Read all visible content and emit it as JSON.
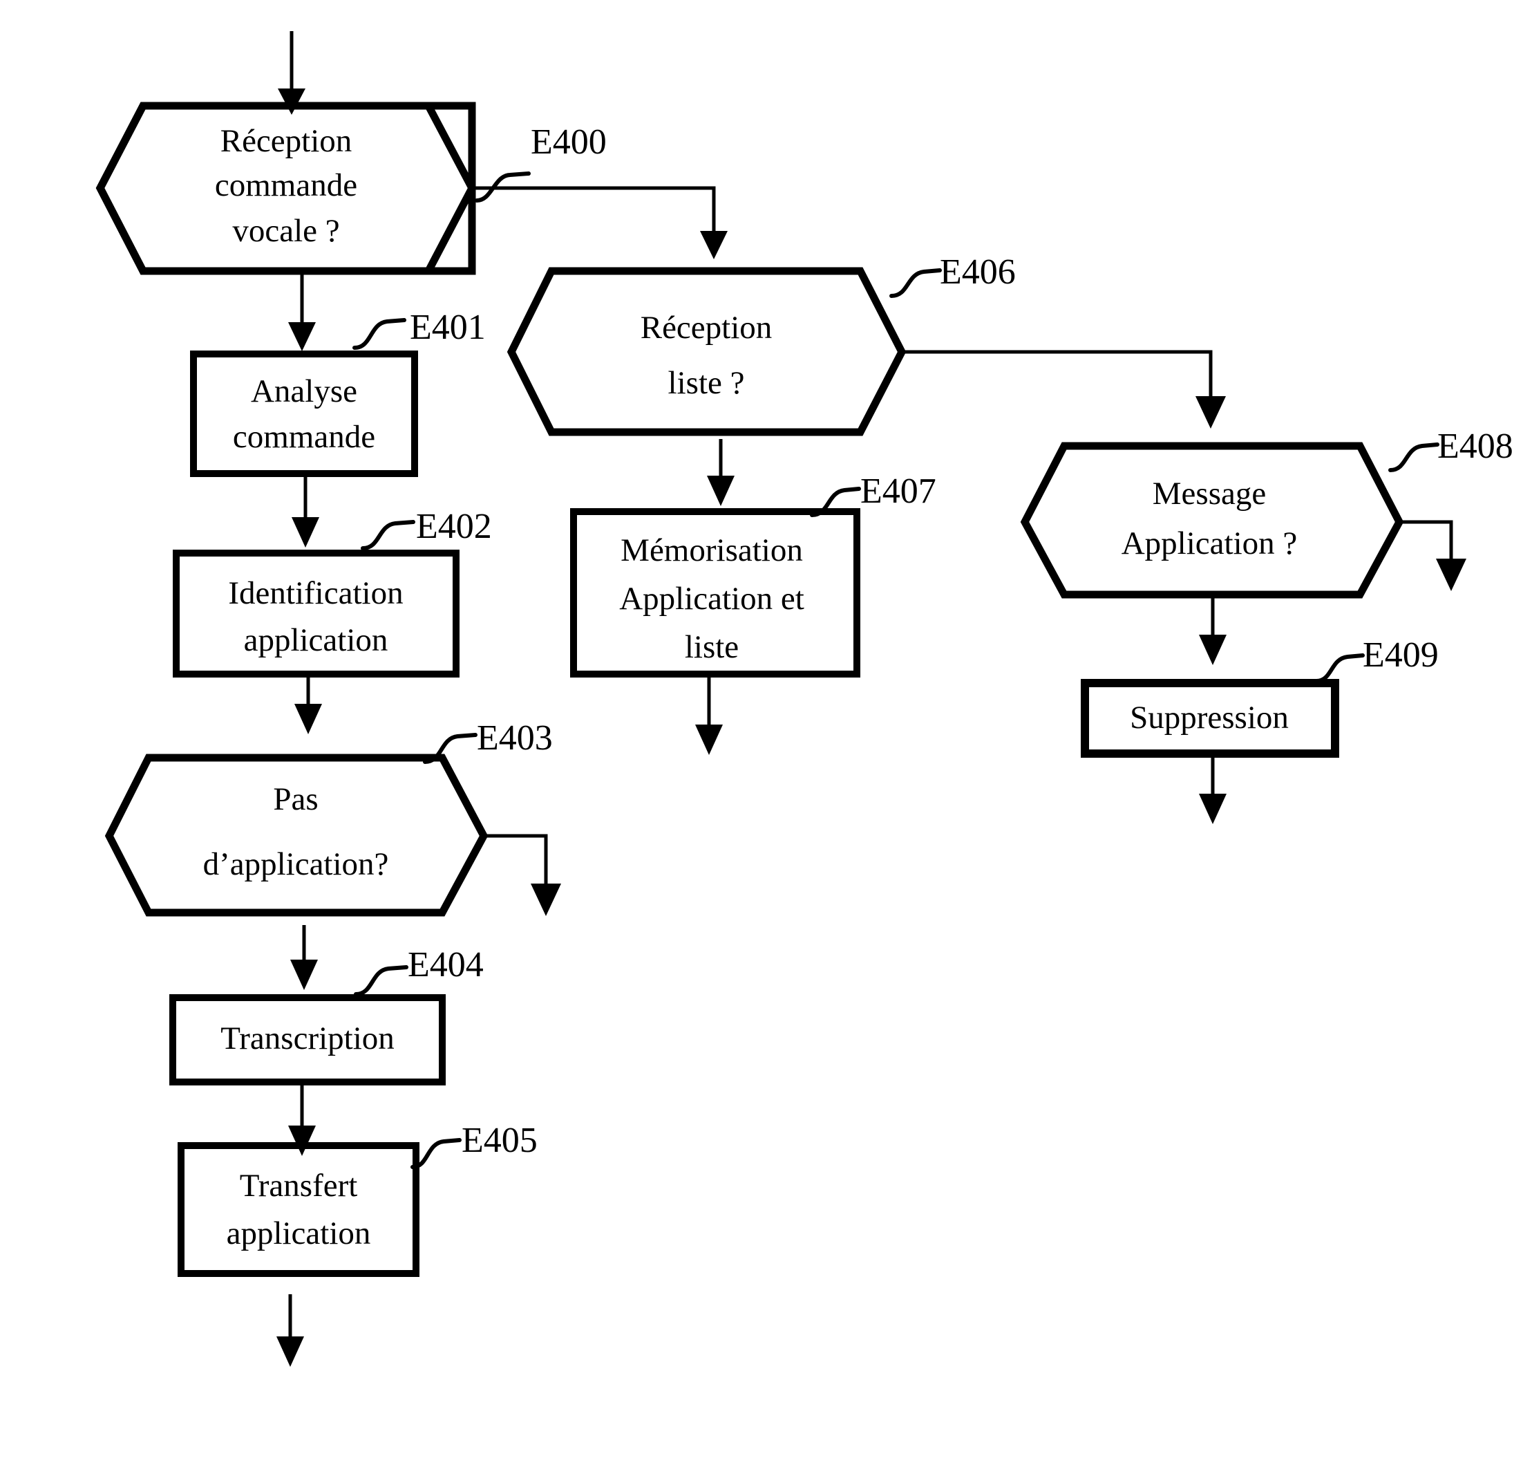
{
  "diagram": {
    "title": "",
    "language": "fr",
    "background_color": "#ffffff",
    "stroke_color": "#000000",
    "nodes": [
      {
        "id": "E400",
        "ref": "E400",
        "shape": "hexagon",
        "kind": "decision",
        "lines": [
          "Réception",
          "commande",
          "vocale ?"
        ]
      },
      {
        "id": "E401",
        "ref": "E401",
        "shape": "rect",
        "kind": "process",
        "lines": [
          "Analyse",
          "commande"
        ]
      },
      {
        "id": "E402",
        "ref": "E402",
        "shape": "rect",
        "kind": "process",
        "lines": [
          "Identification",
          "application"
        ]
      },
      {
        "id": "E403",
        "ref": "E403",
        "shape": "hexagon",
        "kind": "decision",
        "lines": [
          "Pas",
          "d’application?"
        ]
      },
      {
        "id": "E404",
        "ref": "E404",
        "shape": "rect",
        "kind": "process",
        "lines": [
          "Transcription"
        ]
      },
      {
        "id": "E405",
        "ref": "E405",
        "shape": "rect",
        "kind": "process",
        "lines": [
          "Transfert",
          "application"
        ]
      },
      {
        "id": "E406",
        "ref": "E406",
        "shape": "hexagon",
        "kind": "decision",
        "lines": [
          "Réception",
          "liste ?"
        ]
      },
      {
        "id": "E407",
        "ref": "E407",
        "shape": "rect",
        "kind": "process",
        "lines": [
          "Mémorisation",
          "Application et",
          "liste"
        ]
      },
      {
        "id": "E408",
        "ref": "E408",
        "shape": "hexagon",
        "kind": "decision",
        "lines": [
          "Message",
          "Application ?"
        ]
      },
      {
        "id": "E409",
        "ref": "E409",
        "shape": "rect",
        "kind": "process",
        "lines": [
          "Suppression"
        ]
      }
    ],
    "edges": [
      {
        "from": "entry",
        "to": "E400",
        "style": "straight-down"
      },
      {
        "from": "E400",
        "to": "E401",
        "style": "straight-down"
      },
      {
        "from": "E400",
        "to": "E406",
        "style": "right-then-down"
      },
      {
        "from": "E401",
        "to": "E402",
        "style": "straight-down"
      },
      {
        "from": "E402",
        "to": "E403",
        "style": "straight-down"
      },
      {
        "from": "E403",
        "to": "exit-a",
        "style": "right-then-down"
      },
      {
        "from": "E403",
        "to": "E404",
        "style": "straight-down"
      },
      {
        "from": "E404",
        "to": "E405",
        "style": "straight-down"
      },
      {
        "from": "E405",
        "to": "exit-b",
        "style": "straight-down"
      },
      {
        "from": "E406",
        "to": "E407",
        "style": "straight-down"
      },
      {
        "from": "E406",
        "to": "E408",
        "style": "right-then-down"
      },
      {
        "from": "E407",
        "to": "exit-c",
        "style": "straight-down"
      },
      {
        "from": "E408",
        "to": "exit-d",
        "style": "right-then-down"
      },
      {
        "from": "E408",
        "to": "E409",
        "style": "straight-down"
      },
      {
        "from": "E409",
        "to": "exit-e",
        "style": "straight-down"
      }
    ]
  }
}
